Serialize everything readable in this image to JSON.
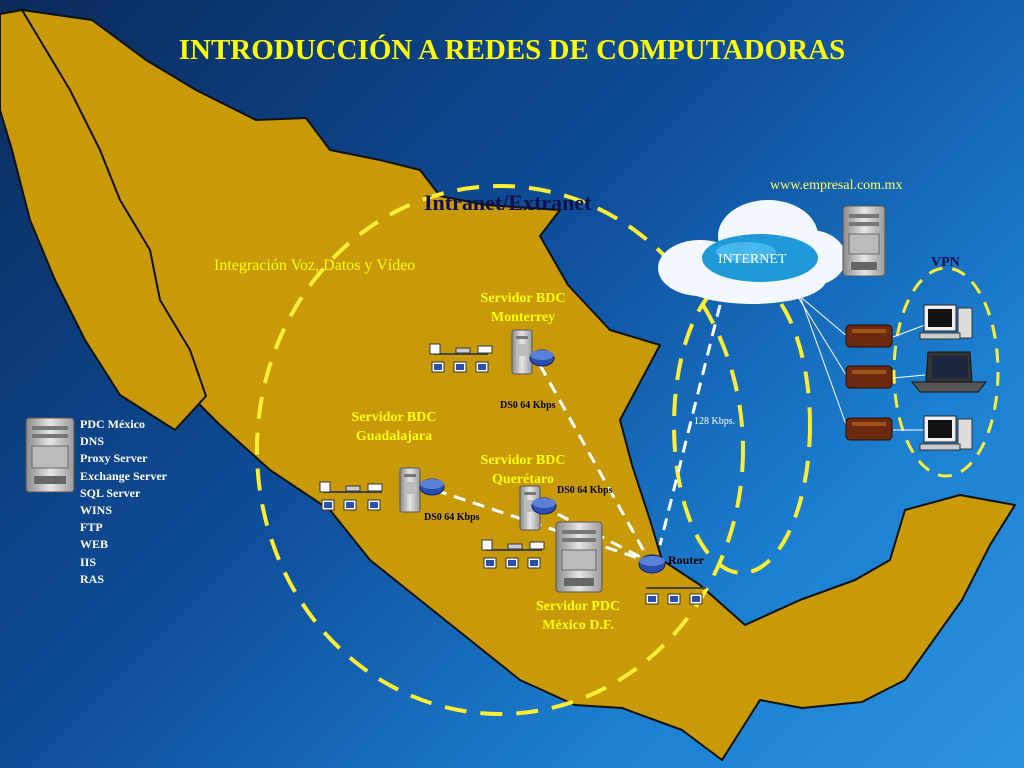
{
  "title": "INTRODUCCIÓN A REDES DE COMPUTADORAS",
  "intranet_label": "Intranet/Extranet",
  "integration_label": "Integración Voz, Datos y Vídeo",
  "website": "www.empresal.com.mx",
  "internet_label": "INTERNET",
  "vpn_label": "VPN",
  "bandwidth_128": "128 Kbps.",
  "router_label": "Router",
  "servers": {
    "monterrey": [
      "Servidor BDC",
      "Monterrey"
    ],
    "guadalajara": [
      "Servidor BDC",
      "Guadalajara"
    ],
    "queretaro": [
      "Servidor BDC",
      "Querétaro"
    ],
    "mexico_df": [
      "Servidor PDC",
      "México D.F."
    ]
  },
  "links": {
    "monterrey": "DS0  64 Kbps",
    "queretaro": "DS0  64 Kbps",
    "guadalajara": "DS0  64 Kbps"
  },
  "pdc_services": [
    "PDC México",
    "DNS",
    "Proxy Server",
    "Exchange Server",
    "SQL Server",
    "WINS",
    "FTP",
    "WEB",
    "IIS",
    "RAS"
  ],
  "colors": {
    "map": "#c89a0a",
    "dashed": "#ffee33",
    "title": "#ffff00"
  },
  "icons": [
    "server-tower-icon",
    "router-icon",
    "lan-icon",
    "modem-icon",
    "desktop-computer-icon",
    "laptop-icon",
    "cloud-icon"
  ]
}
